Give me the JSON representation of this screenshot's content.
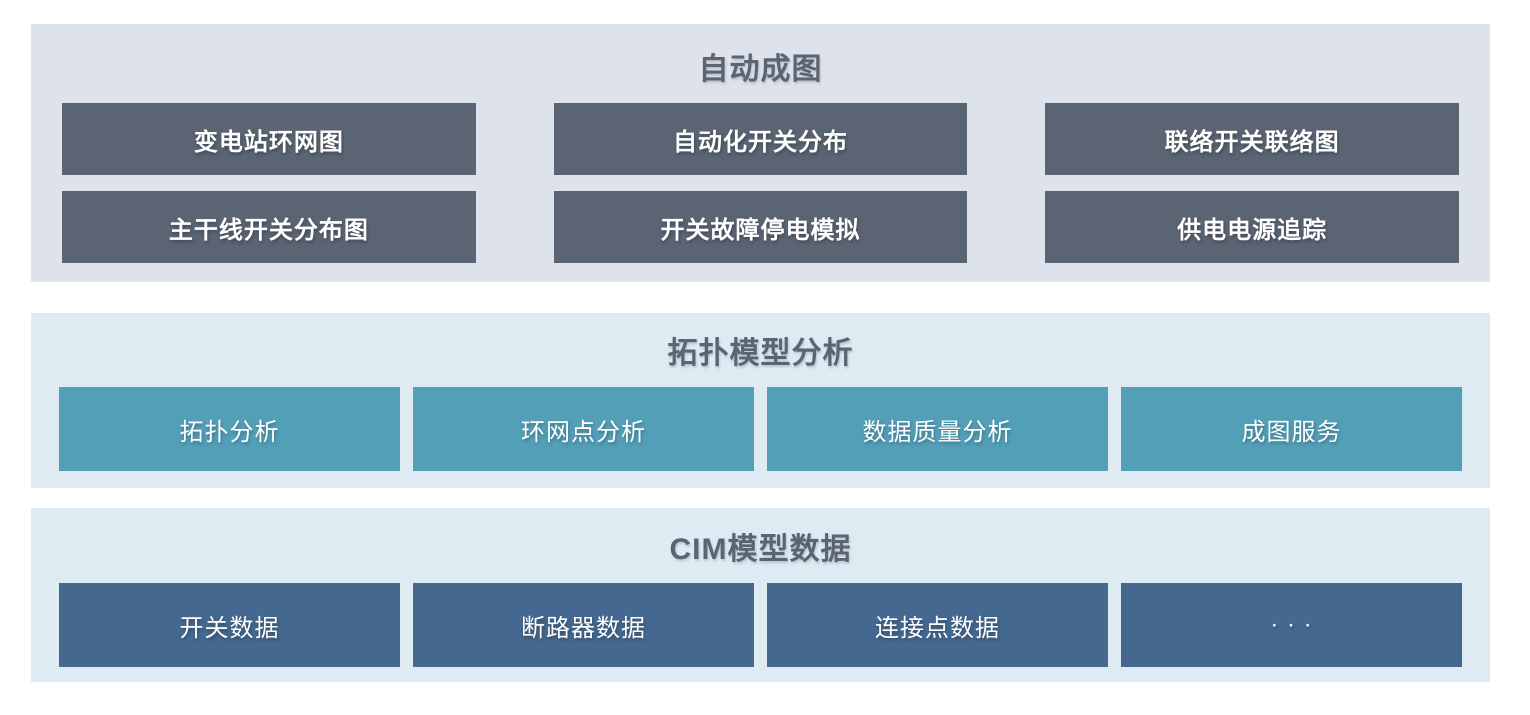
{
  "sections": {
    "auto_drawing": {
      "title": "自动成图",
      "boxes": [
        "变电站环网图",
        "自动化开关分布",
        "联络开关联络图",
        "主干线开关分布图",
        "开关故障停电模拟",
        "供电电源追踪"
      ]
    },
    "topology": {
      "title": "拓扑模型分析",
      "boxes": [
        "拓扑分析",
        "环网点分析",
        "数据质量分析",
        "成图服务"
      ]
    },
    "cim": {
      "title": "CIM模型数据",
      "boxes": [
        "开关数据",
        "断路器数据",
        "连接点数据",
        "· · ·"
      ]
    }
  },
  "colors": {
    "top_panel_bg": "#dee2ea",
    "lower_panel_bg": "#deebf2",
    "dark_gray_box": "#5a6473",
    "teal_box": "#539fb8",
    "blue_box": "#44688f",
    "title_text": "#5a6472",
    "box_text": "#ffffff"
  }
}
